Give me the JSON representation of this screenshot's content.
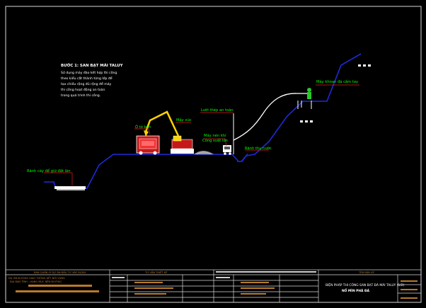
{
  "step_note": {
    "title": "BƯỚC 1: SAN BẠT MÁI TALUY",
    "lines": [
      "Sử dụng máy đào kết hợp thi công",
      "theo kiểu cắt thành từng lớp để",
      "tạo chiều rộng đủ rộng để máy",
      "thi công hoạt động an toàn",
      "trong quá trình thi công."
    ]
  },
  "labels": {
    "ditch_left": "Rãnh cày để giữ đất lăn",
    "dump_truck": "Ô tô ben",
    "excavator": "Máy xúc",
    "safety_net": "Lưới thép an toàn",
    "compressor": "Máy nén khí",
    "compressor_sub": "Công suất lớn",
    "drain": "Rãnh thu nước",
    "drill": "Máy khoan đá cầm tay"
  },
  "title_block": {
    "left_header": "BAN QUẢN LÝ DỰ ÁN ĐẦU TƯ XÂY DỰNG",
    "left_lines": [
      "DỰ ÁN ĐƯỜNG GIAO THÔNG KẾT NỐI VÙNG",
      "ĐỊA BÀN TỈNH - HẠNG MỤC NỀN ĐƯỜNG"
    ],
    "col2_header": "TƯ VẤN THIẾT KẾ",
    "right_header": "TÊN BẢN VẼ",
    "drawing_title": "BIỆN PHÁP THI CÔNG SAN BẠT ĐÁ MÁI TALUY (1/2)",
    "drawing_subtitle": "NỔ MÌN PHÁ ĐÁ"
  },
  "colors": {
    "ground": "#1f2bd9",
    "white": "#ffffff",
    "green": "#00ff00",
    "red": "#e11b1b",
    "yellow": "#ffd400",
    "frame": "#d9d9d9",
    "tb_accent": "#b87a2a"
  }
}
